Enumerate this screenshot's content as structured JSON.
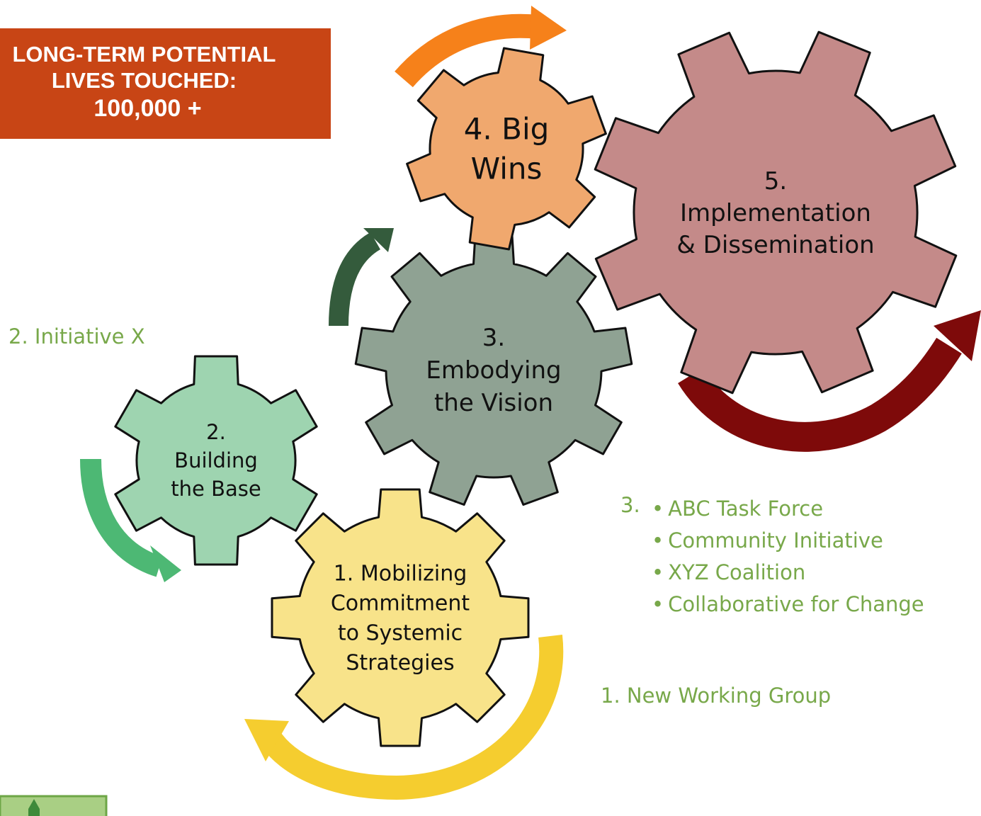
{
  "banner": {
    "line1": "LONG-TERM POTENTIAL",
    "line2": "LIVES TOUCHED:",
    "line3": "100,000 +"
  },
  "gears": [
    {
      "id": "mobilizing",
      "lines": [
        "1. Mobilizing",
        "Commitment",
        "to Systemic",
        "Strategies"
      ],
      "color": "#f8e38a"
    },
    {
      "id": "building",
      "lines": [
        "2.",
        "Building",
        "the Base"
      ],
      "color": "#9ed4b0"
    },
    {
      "id": "embodying",
      "lines": [
        "3.",
        "Embodying",
        "the Vision"
      ],
      "color": "#8fa293"
    },
    {
      "id": "big-wins",
      "lines": [
        "4. Big",
        "Wins"
      ],
      "color": "#f0a86e"
    },
    {
      "id": "implementation",
      "lines": [
        "5.",
        "Implementation",
        "& Dissemination"
      ],
      "color": "#c48a89"
    }
  ],
  "arrows": [
    {
      "id": "yellow",
      "color": "#f5cd2f"
    },
    {
      "id": "green",
      "color": "#4db874"
    },
    {
      "id": "dark-green",
      "color": "#345b3c"
    },
    {
      "id": "orange",
      "color": "#f6811a"
    },
    {
      "id": "dark-red",
      "color": "#7e0a0a"
    }
  ],
  "labels": {
    "initiative": "2. Initiative X",
    "working_group": "1. New Working Group",
    "list_number": "3.",
    "list_items": [
      "ABC Task Force",
      "Community Initiative",
      "XYZ Coalition",
      "Collaborative for Change"
    ]
  },
  "colors": {
    "banner_bg": "#c84515",
    "label_text": "#78a84a",
    "logo_green": "#8cc063"
  }
}
